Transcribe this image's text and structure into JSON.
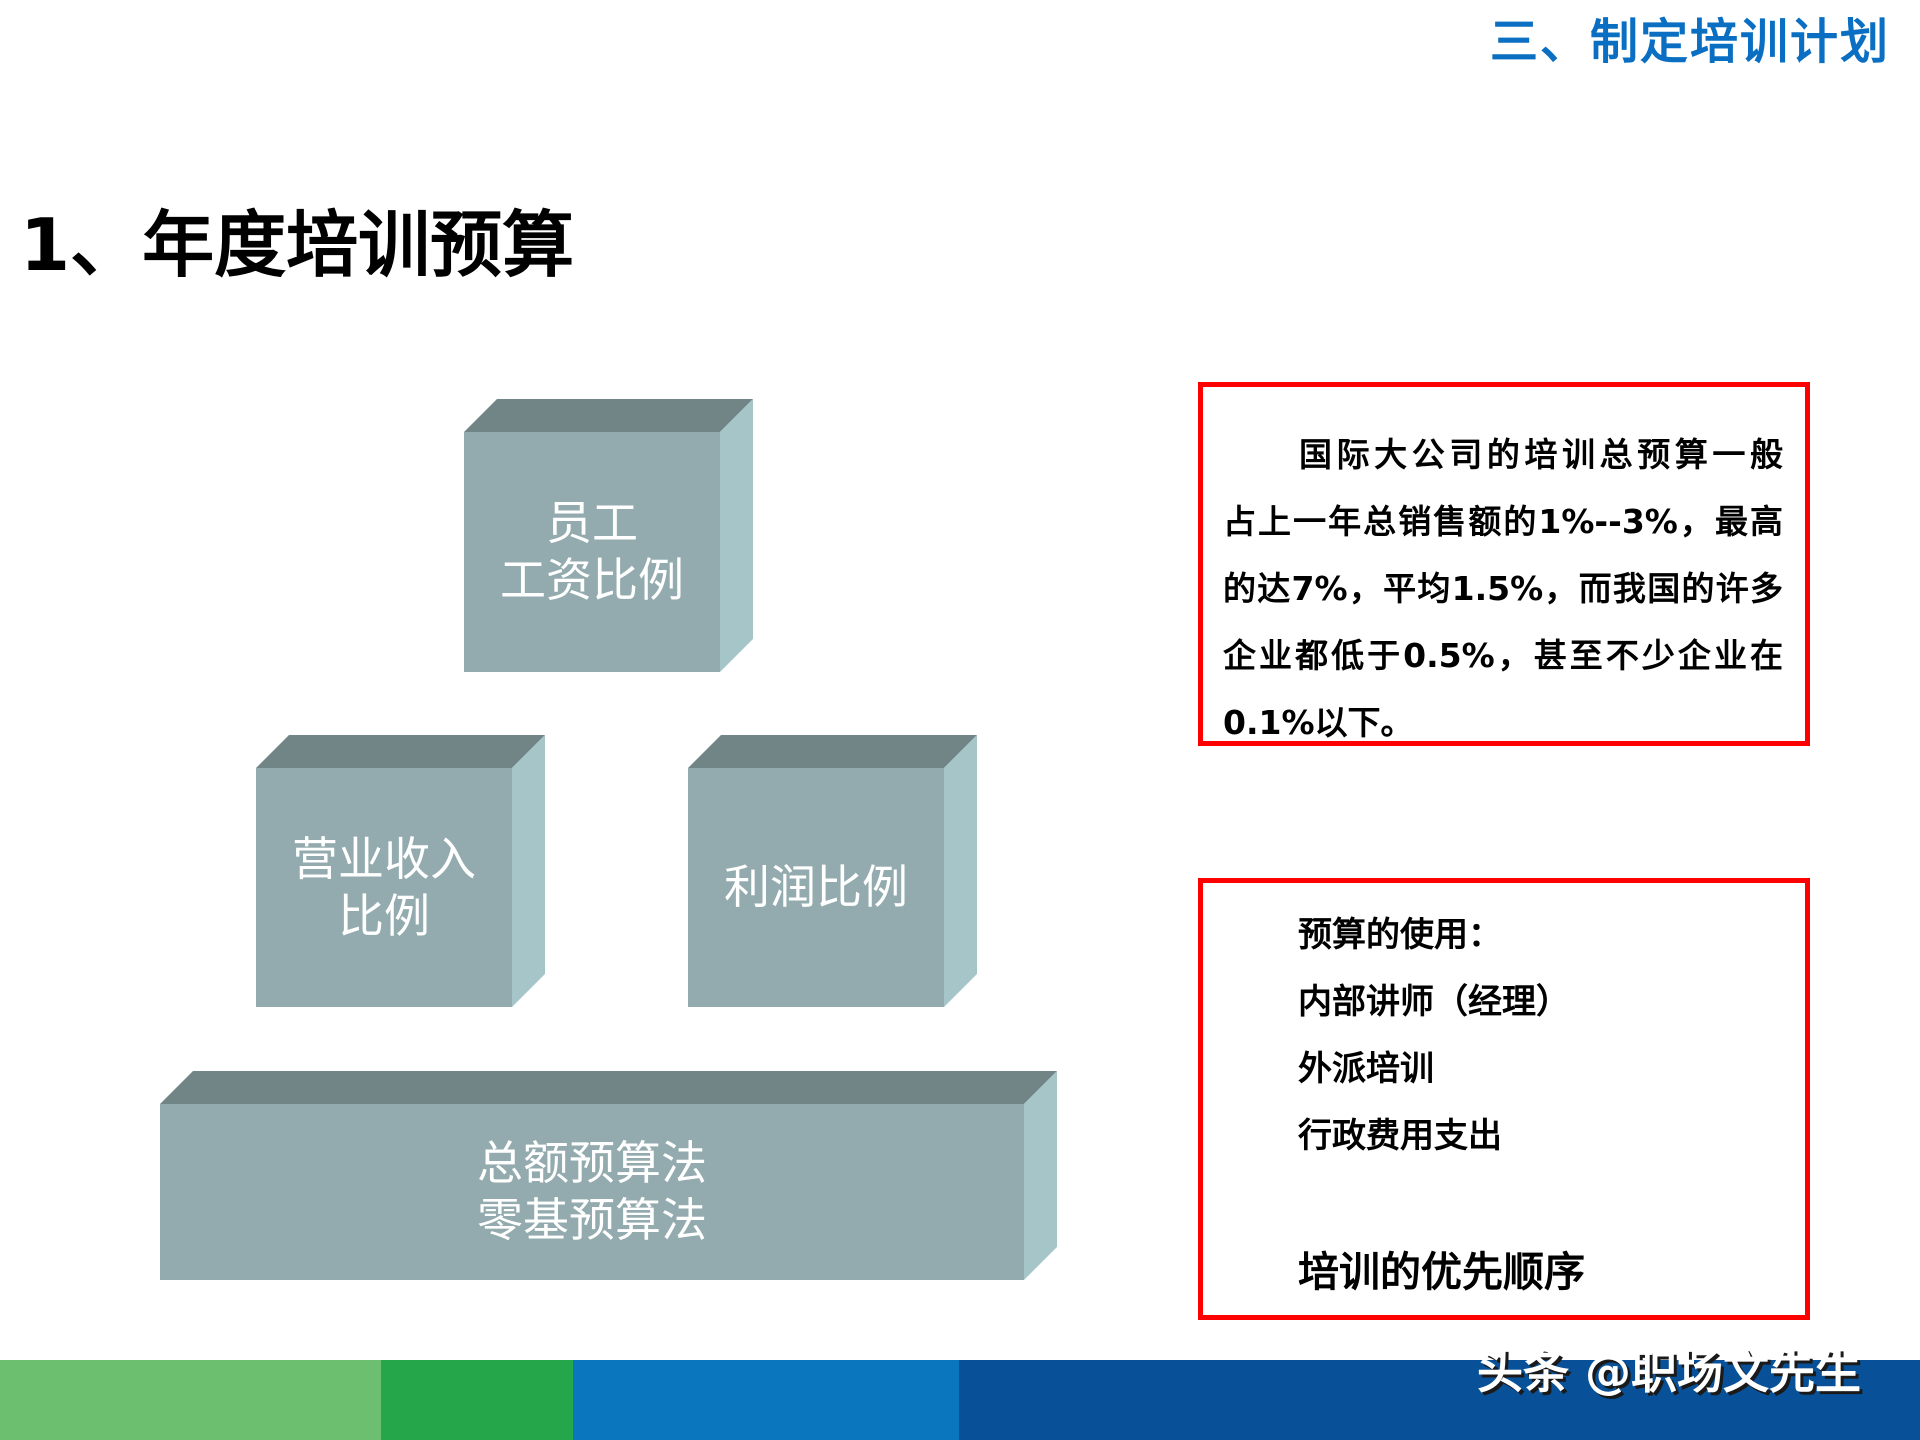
{
  "header": {
    "section_title": "三、制定培训计划",
    "section_title_color": "#0a6fc2",
    "page_heading": "1、年度培训预算"
  },
  "blocks_diagram": {
    "colors": {
      "front": "#93abae",
      "top": "#718587",
      "side": "#a6c5c8",
      "text": "#ffffff"
    },
    "blocks": [
      {
        "id": "staff-wage",
        "lines": [
          "员工",
          "工资比例"
        ]
      },
      {
        "id": "revenue",
        "lines": [
          "营业收入",
          "比例"
        ]
      },
      {
        "id": "profit",
        "lines": [
          "利润比例"
        ]
      },
      {
        "id": "base",
        "lines": [
          "总额预算法",
          "零基预算法"
        ]
      }
    ]
  },
  "note_box_1": {
    "border_color": "#ff0000",
    "lines": [
      "国际大公司的培训总预算一般",
      "占上一年总销售额的1%--3%，最高",
      "的达7%，平均1.5%，而我国的许多",
      "企业都低于0.5%，甚至不少企业在",
      "0.1%以下。"
    ]
  },
  "note_box_2": {
    "border_color": "#ff0000",
    "usage_title": "预算的使用：",
    "usage_items": [
      "内部讲师（经理）",
      "外派培训",
      "行政费用支出"
    ],
    "priority_title": "培训的优先顺序"
  },
  "footer": {
    "segments": [
      "#6cbf6f",
      "#25a64a",
      "#0a76bd",
      "#085199"
    ],
    "watermark": "头条 @职场文先生"
  }
}
